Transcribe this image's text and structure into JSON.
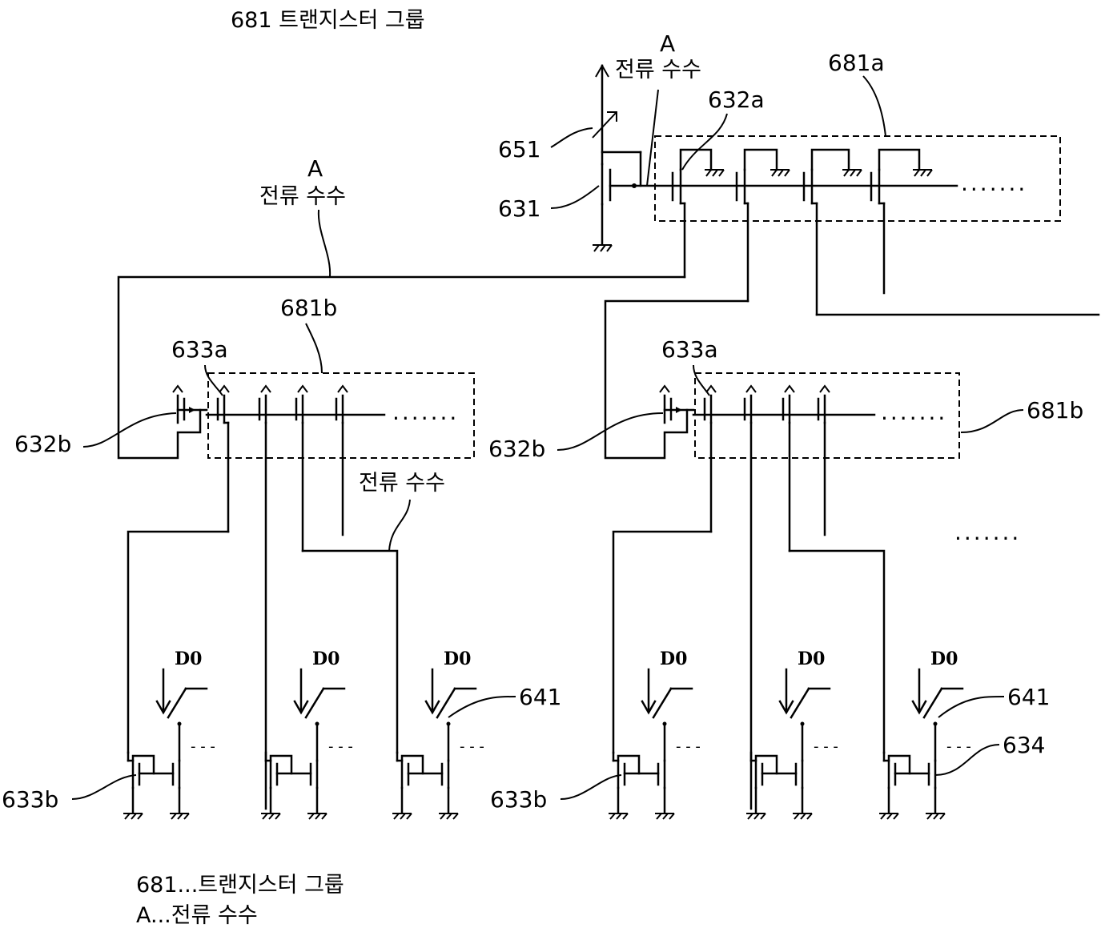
{
  "header_title": "681 트랜지스터 그룹",
  "labels": {
    "a": "A",
    "current_copy": "전류 수수",
    "t651": "651",
    "t631": "631",
    "t632a": "632a",
    "t681a": "681a",
    "t681b": "681b",
    "t633a": "633a",
    "t632b": "632b",
    "t633b": "633b",
    "t641": "641",
    "t634": "634",
    "d0": "D0",
    "ellipsis": ".......",
    "short_dash": "- - -"
  },
  "legend": {
    "line1": "681...트랜지스터 그룹",
    "line2": "A...전류 수수"
  }
}
